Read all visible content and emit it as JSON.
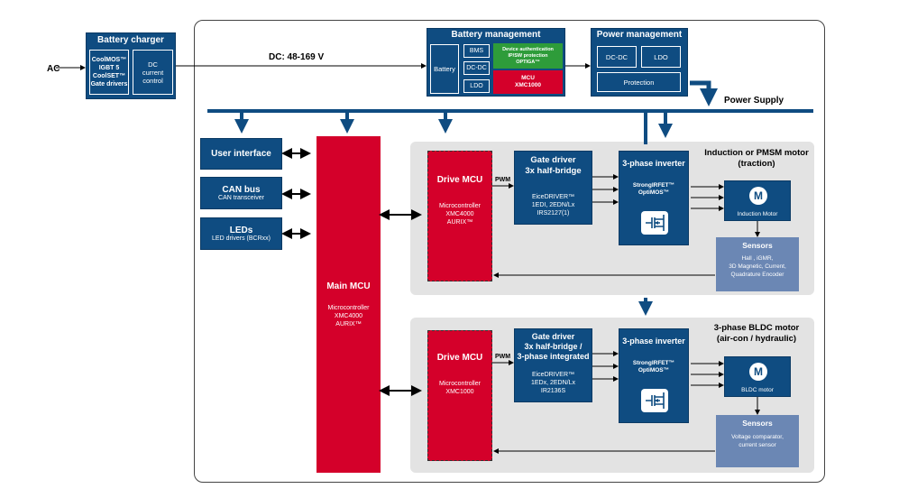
{
  "colors": {
    "navy": "#0f4c81",
    "red": "#d4002a",
    "green": "#2e9c3a",
    "slate": "#6b87b4",
    "gray": "#e3e3e3"
  },
  "ac_label": "AC",
  "dc_label": "DC: 48-169 V",
  "battery_charger": {
    "title": "Battery  charger",
    "components": "CoolMOS™\nIGBT 5\nCoolSET™\nGate drivers",
    "dc_control": "DC\ncurrent\ncontrol"
  },
  "battery_management": {
    "title": "Battery management",
    "battery": "Battery",
    "bms": "BMS",
    "dcdc": "DC-DC",
    "ldo": "LDO",
    "auth": "Device authentication\nIP/SW protection\nOPTIGA™",
    "mcu": "MCU\nXMC1000"
  },
  "power_management": {
    "title": "Power management",
    "dcdc": "DC-DC",
    "ldo": "LDO",
    "protection": "Protection"
  },
  "power_supply": "Power Supply",
  "user_interface": "User interface",
  "can_bus": {
    "title": "CAN bus",
    "sub": "CAN transceiver"
  },
  "leds": {
    "title": "LEDs",
    "sub": "LED drivers (BCRxx)"
  },
  "main_mcu": {
    "title": "Main MCU",
    "sub": "Microcontroller\nXMC4000\nAURIX™"
  },
  "traction": {
    "title": "Induction or PMSM motor\n(traction)",
    "drive_mcu": {
      "title": "Drive MCU",
      "sub": "Microcontroller\nXMC4000\nAURIX™"
    },
    "pwm": "PWM",
    "gate_driver": {
      "title": "Gate driver\n3x half-bridge",
      "sub": "EiceDRIVER™\n1EDI, 2EDN/Lx\nIRS2127(1)"
    },
    "inverter": {
      "title": "3-phase inverter",
      "sub": "StrongIRFET™\nOptiMOS™"
    },
    "motor": {
      "symbol": "M",
      "label": "Induction Motor"
    },
    "sensors": {
      "title": "Sensors",
      "sub": "Hall , iGMR,\n3D Magnetic, Current,\nQuadrature Encoder"
    }
  },
  "bldc": {
    "title": "3-phase BLDC motor\n(air-con / hydraulic)",
    "drive_mcu": {
      "title": "Drive MCU",
      "sub": "Microcontroller\nXMC1000"
    },
    "pwm": "PWM",
    "gate_driver": {
      "title": "Gate driver\n3x half-bridge /\n3-phase integrated",
      "sub": "EiceDRIVER™\n1EDx, 2EDN/Lx\nIR2136S"
    },
    "inverter": {
      "title": "3-phase inverter",
      "sub": "StrongIRFET™\nOptiMOS™"
    },
    "motor": {
      "symbol": "M",
      "label": "BLDC motor"
    },
    "sensors": {
      "title": "Sensors",
      "sub": "Voltage comparator,\ncurrent sensor"
    }
  }
}
